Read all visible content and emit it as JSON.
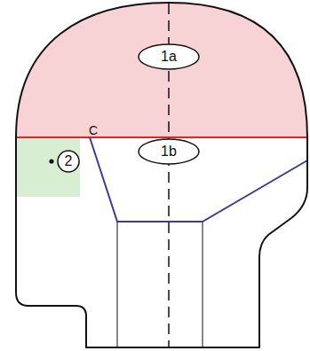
{
  "diagram": {
    "nodes": [
      {
        "text": [
          "1a"
        ]
      },
      {
        "text": [
          "1b"
        ]
      },
      {
        "text": [
          "2"
        ]
      }
    ],
    "labels": [
      "C"
    ]
  }
}
